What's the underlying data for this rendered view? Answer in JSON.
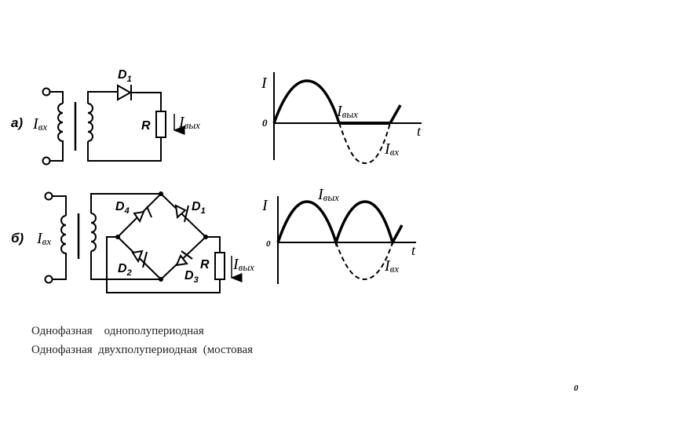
{
  "circuit_a": {
    "tag": "а)",
    "diode": "D",
    "diode_sub": "1",
    "resistor": "R",
    "input_current": "I",
    "input_sub": "вх",
    "output_current": "I",
    "output_sub": "вых"
  },
  "graph_a": {
    "y_axis": "I",
    "x_axis": "t",
    "origin": "0",
    "output_label": "I",
    "output_sub": "вых",
    "input_label": "I",
    "input_sub": "вх"
  },
  "circuit_b": {
    "tag": "б)",
    "input_current": "I",
    "input_sub": "вх",
    "output_current": "I",
    "output_sub": "вых",
    "resistor": "R",
    "diodes": [
      {
        "name": "D",
        "sub": "4"
      },
      {
        "name": "D",
        "sub": "1"
      },
      {
        "name": "D",
        "sub": "2"
      },
      {
        "name": "D",
        "sub": "3"
      }
    ]
  },
  "graph_b": {
    "y_axis": "I",
    "x_axis": "t",
    "origin": "0",
    "output_label": "I",
    "output_sub": "вых",
    "input_label": "I",
    "input_sub": "вх"
  },
  "captions": {
    "line1": "Однофазная    однополупериодная",
    "line2": "Однофазная  двухполупериодная  (мостовая"
  },
  "corner_mark": "0"
}
